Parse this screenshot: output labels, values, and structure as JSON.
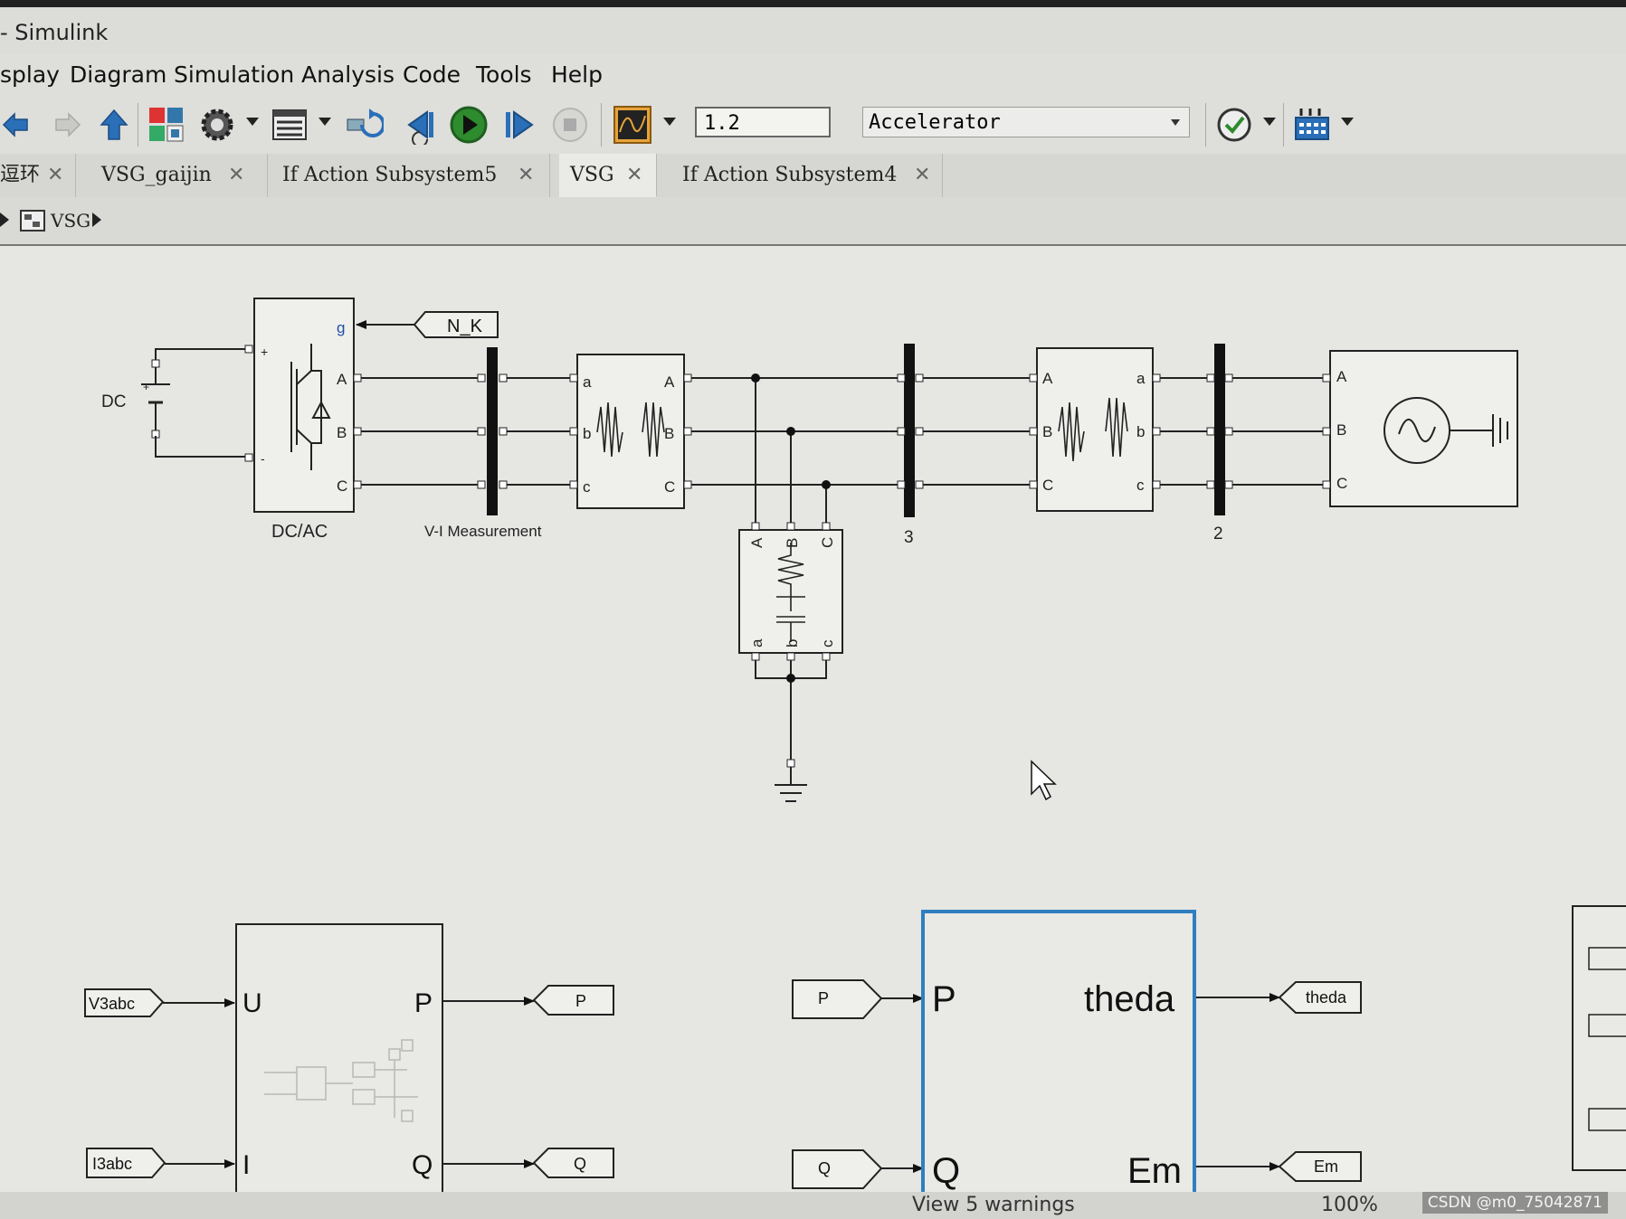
{
  "window": {
    "title": "- Simulink"
  },
  "menu": [
    "splay",
    "Diagram",
    "Simulation",
    "Analysis",
    "Code",
    "Tools",
    "Help"
  ],
  "toolbar": {
    "stop_time": "1.2",
    "sim_mode": "Accelerator",
    "icons": [
      "back-arrow-icon",
      "forward-arrow-icon",
      "up-arrow-icon",
      "library-browser-icon",
      "model-settings-icon",
      "model-explorer-icon",
      "update-diagram-icon",
      "step-back-icon",
      "run-icon",
      "step-forward-icon",
      "stop-icon",
      "scope-icon",
      "model-advisor-icon",
      "build-icon"
    ]
  },
  "tabs": [
    {
      "label": "逗环"
    },
    {
      "label": "VSG_gaijin"
    },
    {
      "label": "If Action Subsystem5"
    },
    {
      "label": "VSG"
    },
    {
      "label": "If Action Subsystem4"
    }
  ],
  "breadcrumb": {
    "model": "VSG"
  },
  "diagram": {
    "dc_label": "DC",
    "inverter_label": "DC/AC",
    "inverter_ports": {
      "plus": "+",
      "minus": "-",
      "g": "g",
      "a": "A",
      "b": "B",
      "c": "C"
    },
    "goto_nk": "N_K",
    "measure_label": "V-I Measurement",
    "line1_ports": {
      "a": "a",
      "b": "b",
      "c": "c",
      "A": "A",
      "B": "B",
      "C": "C"
    },
    "load_ports": {
      "A": "A",
      "B": "B",
      "C": "C",
      "a": "a",
      "b": "b",
      "c": "c"
    },
    "bus3_label": "3",
    "line2_ports": {
      "A": "A",
      "B": "B",
      "C": "C",
      "a": "a",
      "b": "b",
      "c": "c"
    },
    "bus2_label": "2",
    "source_ports": {
      "A": "A",
      "B": "B",
      "C": "C"
    },
    "pq_from_v": "V3abc",
    "pq_from_i": "I3abc",
    "pq_port_u": "U",
    "pq_port_i": "I",
    "pq_port_p": "P",
    "pq_port_q": "Q",
    "pq_goto_p": "P",
    "pq_goto_q": "Q",
    "vsg_from_p": "P",
    "vsg_from_q": "Q",
    "vsg_port_p": "P",
    "vsg_port_q": "Q",
    "vsg_port_theda": "theda",
    "vsg_port_em": "Em",
    "vsg_goto_theda": "theda",
    "vsg_goto_em": "Em"
  },
  "status": {
    "warnings": "View 5 warnings",
    "zoom": "100%"
  },
  "watermark": "CSDN @m0_75042871"
}
